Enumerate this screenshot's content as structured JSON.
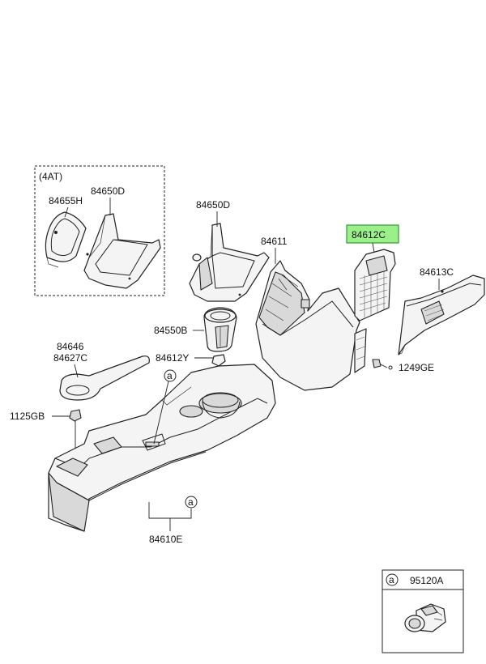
{
  "parts": {
    "group_4at": "(4AT)",
    "p84655H": "84655H",
    "p84650D_a": "84650D",
    "p84650D_b": "84650D",
    "p84611": "84611",
    "p84612C": "84612C",
    "p84613C": "84613C",
    "p84550B": "84550B",
    "p84612Y": "84612Y",
    "p84646": "84646",
    "p84627C": "84627C",
    "p1125GB": "1125GB",
    "p1249GE": "1249GE",
    "p84610E": "84610E",
    "p95120A": "95120A"
  },
  "callouts": {
    "ref_a1": "a",
    "ref_a2": "a",
    "ref_a3": "a"
  },
  "colors": {
    "highlight": "#9cf08c",
    "line": "#222222"
  }
}
